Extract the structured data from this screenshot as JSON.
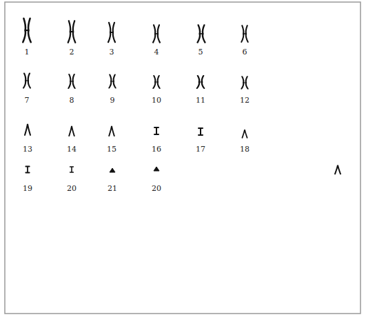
{
  "diagram": {
    "labels": [
      "1",
      "2",
      "3",
      "4",
      "5",
      "6",
      "7",
      "8",
      "9",
      "10",
      "11",
      "12",
      "13",
      "14",
      "15",
      "16",
      "17",
      "18",
      "19",
      "20",
      "21",
      "20"
    ]
  }
}
